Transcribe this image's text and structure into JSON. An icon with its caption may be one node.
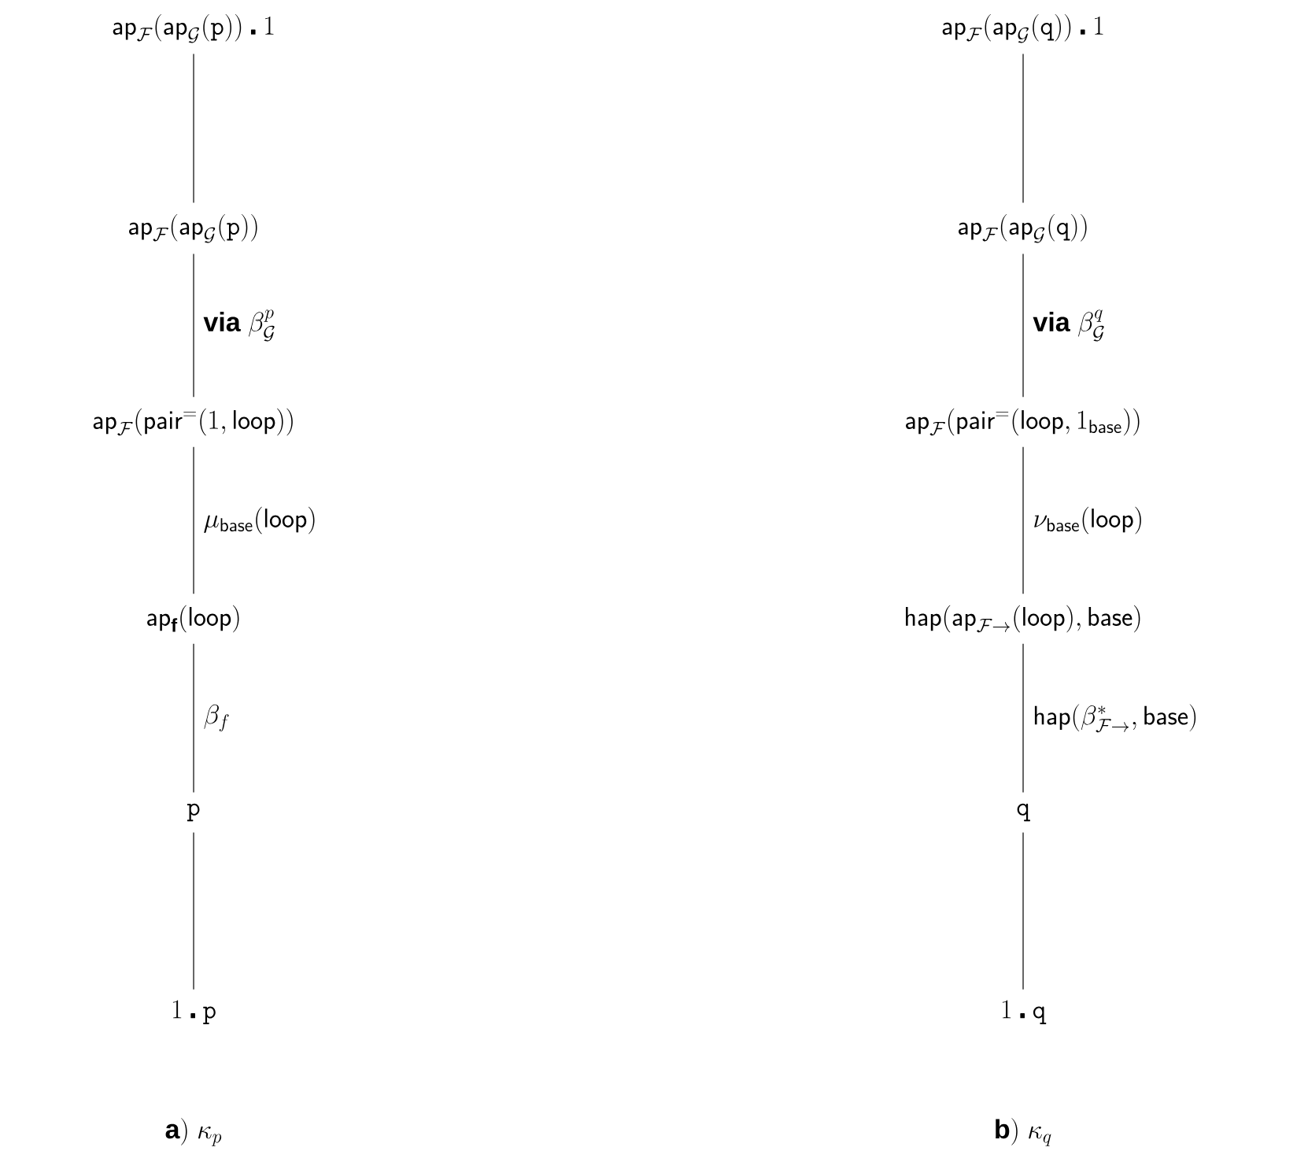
{
  "diagram": {
    "nodes": [
      {
        "text": [
          "\\mathsf{ap}_{\\mathcal{F}}(\\mathsf{ap}_{\\mathcal{G}}(\\mathtt{p}))\\centerdot 1"
        ]
      },
      {
        "text": [
          "\\mathsf{ap}_{\\mathcal{F}}(\\mathsf{ap}_{\\mathcal{G}}(\\mathtt{p}))"
        ]
      },
      {
        "text": [
          "\\mathsf{ap}_{\\mathcal{F}}(\\mathsf{pair}^{=}(1,\\mathsf{loop}))"
        ]
      },
      {
        "text": [
          "\\mathsf{ap}_{\\mathbf{f}}(\\mathsf{loop})"
        ]
      },
      {
        "text": [
          "\\mathtt{p}"
        ]
      },
      {
        "text": [
          "1\\centerdot\\mathtt{p}"
        ]
      },
      {
        "text": [
          "\\mathsf{ap}_{\\mathcal{F}}(\\mathsf{ap}_{\\mathcal{G}}(\\mathtt{q}))\\centerdot 1"
        ]
      },
      {
        "text": [
          "\\mathsf{ap}_{\\mathcal{F}}(\\mathsf{ap}_{\\mathcal{G}}(\\mathtt{q}))"
        ]
      },
      {
        "text": [
          "\\mathsf{ap}_{\\mathcal{F}}(\\mathsf{pair}^{=}(\\mathsf{loop},1_{\\mathsf{base}}))"
        ]
      },
      {
        "text": [
          "\\mathsf{hap}(\\mathsf{ap}_{\\mathcal{F}\\to}(\\mathsf{loop}),\\mathsf{base})"
        ]
      },
      {
        "text": [
          "\\mathtt{q}"
        ]
      },
      {
        "text": [
          "1\\centerdot\\mathtt{q}"
        ]
      }
    ],
    "edges": [
      {
        "from": 0,
        "to": 1,
        "arrow": "none"
      },
      {
        "from": 1,
        "to": 2,
        "arrow": "none",
        "label": "\\textbf{via}\\ \\beta^{p}_{\\mathcal{G}}"
      },
      {
        "from": 2,
        "to": 3,
        "arrow": "none",
        "label": "\\mu_{\\mathsf{base}}(\\mathsf{loop})"
      },
      {
        "from": 3,
        "to": 4,
        "arrow": "none",
        "label": "\\beta_{f}"
      },
      {
        "from": 4,
        "to": 5,
        "arrow": "none"
      },
      {
        "from": 6,
        "to": 7,
        "arrow": "none"
      },
      {
        "from": 7,
        "to": 8,
        "arrow": "none",
        "label": "\\textbf{via}\\ \\beta^{q}_{\\mathcal{G}}"
      },
      {
        "from": 8,
        "to": 9,
        "arrow": "none",
        "label": "\\nu_{\\mathsf{base}}(\\mathsf{loop})"
      },
      {
        "from": 9,
        "to": 10,
        "arrow": "none",
        "label": "\\mathsf{hap}(\\beta^{*}_{\\mathcal{F}\\to},\\mathsf{base})"
      },
      {
        "from": 10,
        "to": 11,
        "arrow": "none"
      }
    ],
    "labels": [
      "\\mathbf{a)}\\ \\kappa_{p}",
      "\\mathbf{b)}\\ \\kappa_{q}"
    ]
  }
}
